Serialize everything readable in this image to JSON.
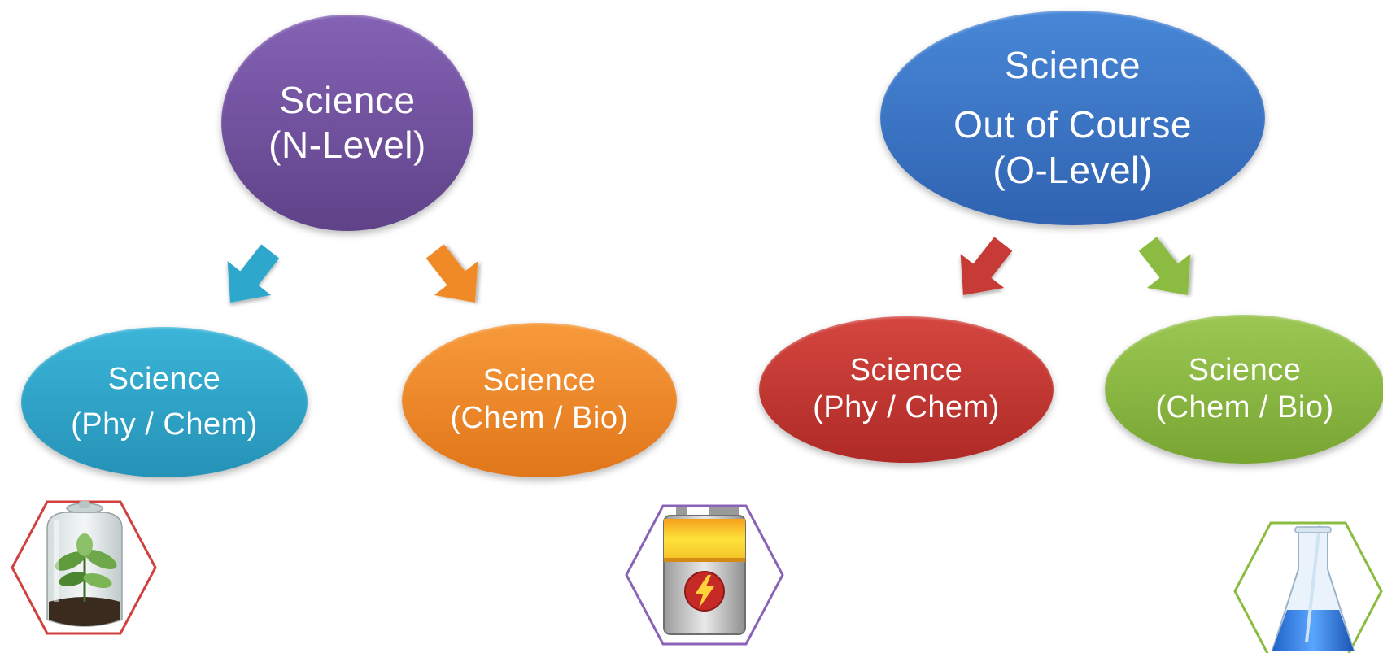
{
  "nodes": {
    "n_level": {
      "line1": "Science",
      "line2": "(N-Level)"
    },
    "o_level": {
      "line1": "Science",
      "line2": "Out of Course",
      "line3": "(O-Level)"
    },
    "n_phy_chem": {
      "line1": "Science",
      "line2": "(Phy / Chem)"
    },
    "n_chem_bio": {
      "line1": "Science",
      "line2": "(Chem / Bio)"
    },
    "o_phy_chem": {
      "line1": "Science",
      "line2": "(Phy / Chem)"
    },
    "o_chem_bio": {
      "line1": "Science",
      "line2": "(Chem / Bio)"
    }
  },
  "arrows": [
    {
      "name": "arrow-n-to-phy-chem",
      "color": "#2ea7cc"
    },
    {
      "name": "arrow-n-to-chem-bio",
      "color": "#f08a26"
    },
    {
      "name": "arrow-o-to-phy-chem",
      "color": "#c63a34"
    },
    {
      "name": "arrow-o-to-chem-bio",
      "color": "#8bbb3f"
    }
  ],
  "icons": [
    {
      "name": "terrarium-plant-icon",
      "frame_color": "#d0403e"
    },
    {
      "name": "battery-icon",
      "frame_color": "#8a63b8"
    },
    {
      "name": "flask-icon",
      "frame_color": "#8bbb3f"
    }
  ],
  "colors": {
    "purple": "#6f4f9f",
    "blue": "#3a75c4",
    "cyan": "#2ea7cc",
    "orange": "#f08a26",
    "red": "#c63a34",
    "green": "#8bbb3f"
  }
}
